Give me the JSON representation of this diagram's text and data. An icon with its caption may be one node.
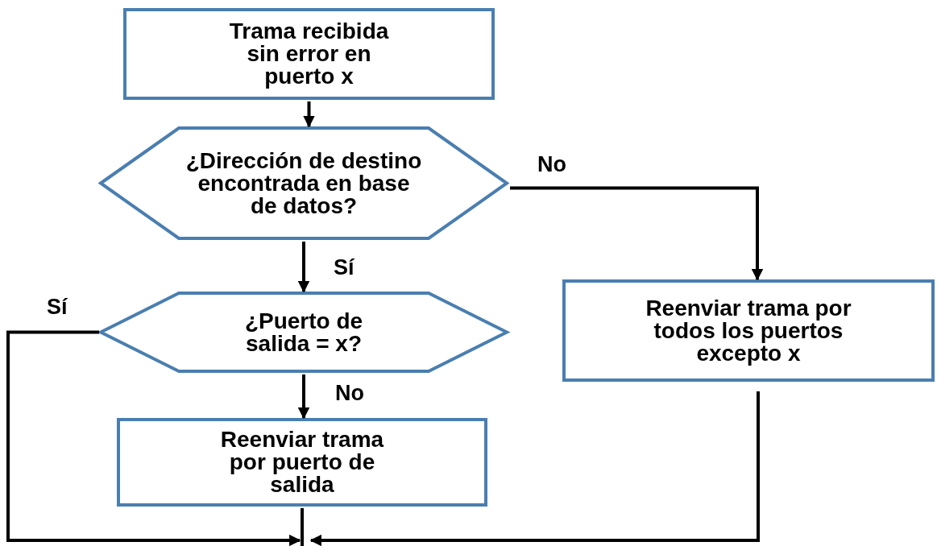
{
  "diagram": {
    "nodes": [
      {
        "text": [
          "Trama recibida sin error en puerto x"
        ]
      },
      {
        "text": [
          "¿Dirección de destino encontrada en base de datos?"
        ]
      },
      {
        "text": [
          "¿Puerto de salida = x?"
        ]
      },
      {
        "text": [
          "Reenviar trama por puerto de salida"
        ]
      },
      {
        "text": [
          "Reenviar trama por todos los puertos excepto x"
        ]
      }
    ],
    "edges": [
      {
        "from": 0,
        "to": 1,
        "arrow": "to"
      },
      {
        "from": 1,
        "to": 2,
        "arrow": "to",
        "label": "Sí"
      },
      {
        "from": 1,
        "to": 4,
        "arrow": "to",
        "label": "No"
      },
      {
        "from": 2,
        "to": 3,
        "arrow": "to",
        "label": "No"
      },
      {
        "from": 2,
        "to": null,
        "arrow": "to",
        "label": "Sí"
      },
      {
        "from": 3,
        "to": null,
        "arrow": "none"
      },
      {
        "from": 4,
        "to": null,
        "arrow": "to"
      }
    ]
  }
}
